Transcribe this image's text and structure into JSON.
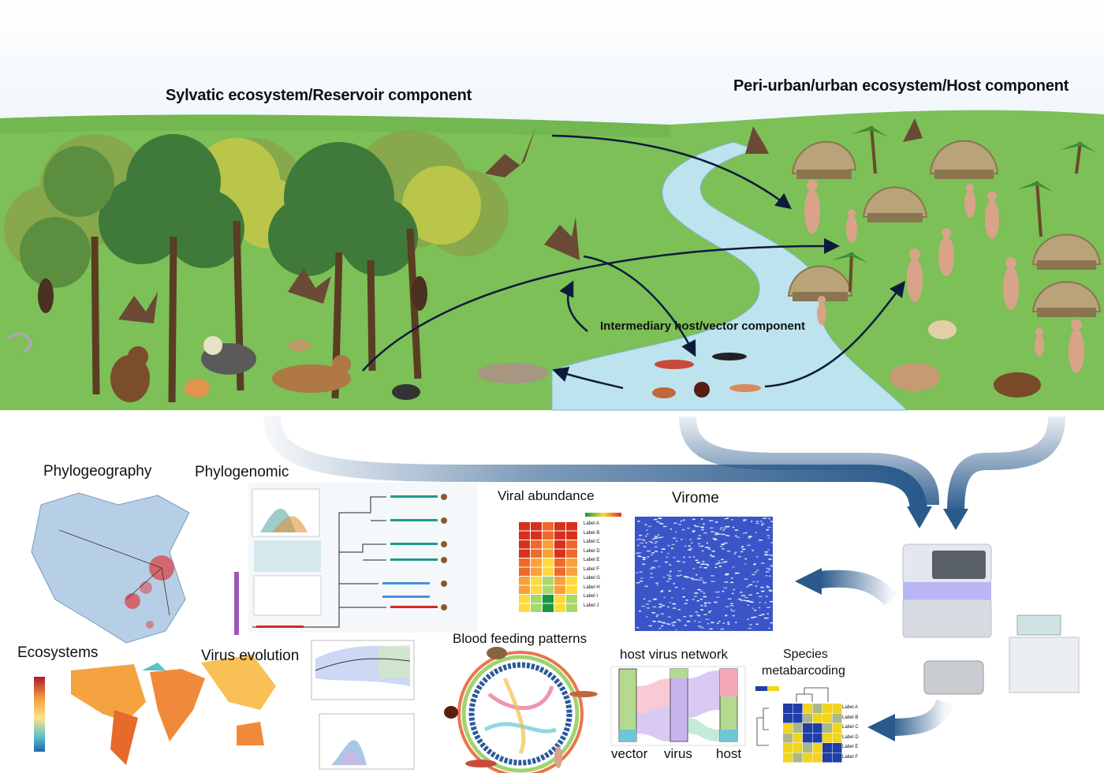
{
  "landscape": {
    "sylvatic_title": "Sylvatic ecosystem/Reservoir component",
    "urban_title": "Peri-urban/urban ecosystem/Host component",
    "intermediary_title": "Intermediary host/vector component"
  },
  "panels": {
    "phylogeography": "Phylogeography",
    "phylogenomic": "Phylogenomic",
    "ecosystems": "Ecosystems",
    "virus_evolution": "Virus evolution",
    "viral_abundance": "Viral abundance",
    "virome": "Virome",
    "blood_feeding": "Blood feeding patterns",
    "host_virus_network": "host virus network",
    "species_metabarcoding_1": "Species",
    "species_metabarcoding_2": "metabarcoding"
  },
  "network_axis": {
    "vector": "vector",
    "virus": "virus",
    "host": "host"
  },
  "viral_abundance_rows": [
    "Label A",
    "Label B",
    "Label C",
    "Label D",
    "Label E",
    "Label F",
    "Label G",
    "Label H",
    "Label I",
    "Label J"
  ],
  "metabarcoding_rows": [
    "Label A",
    "Label B",
    "Label C",
    "Label D",
    "Label E",
    "Label F"
  ],
  "colors": {
    "sky": "#d6e6f7",
    "grass": "#7cc057",
    "river": "#bde3ef",
    "arrow_blue": "#2a5a8c",
    "heat_red": "#d7301f",
    "heat_green": "#1a9641",
    "virome_blue": "#3a55c8"
  }
}
